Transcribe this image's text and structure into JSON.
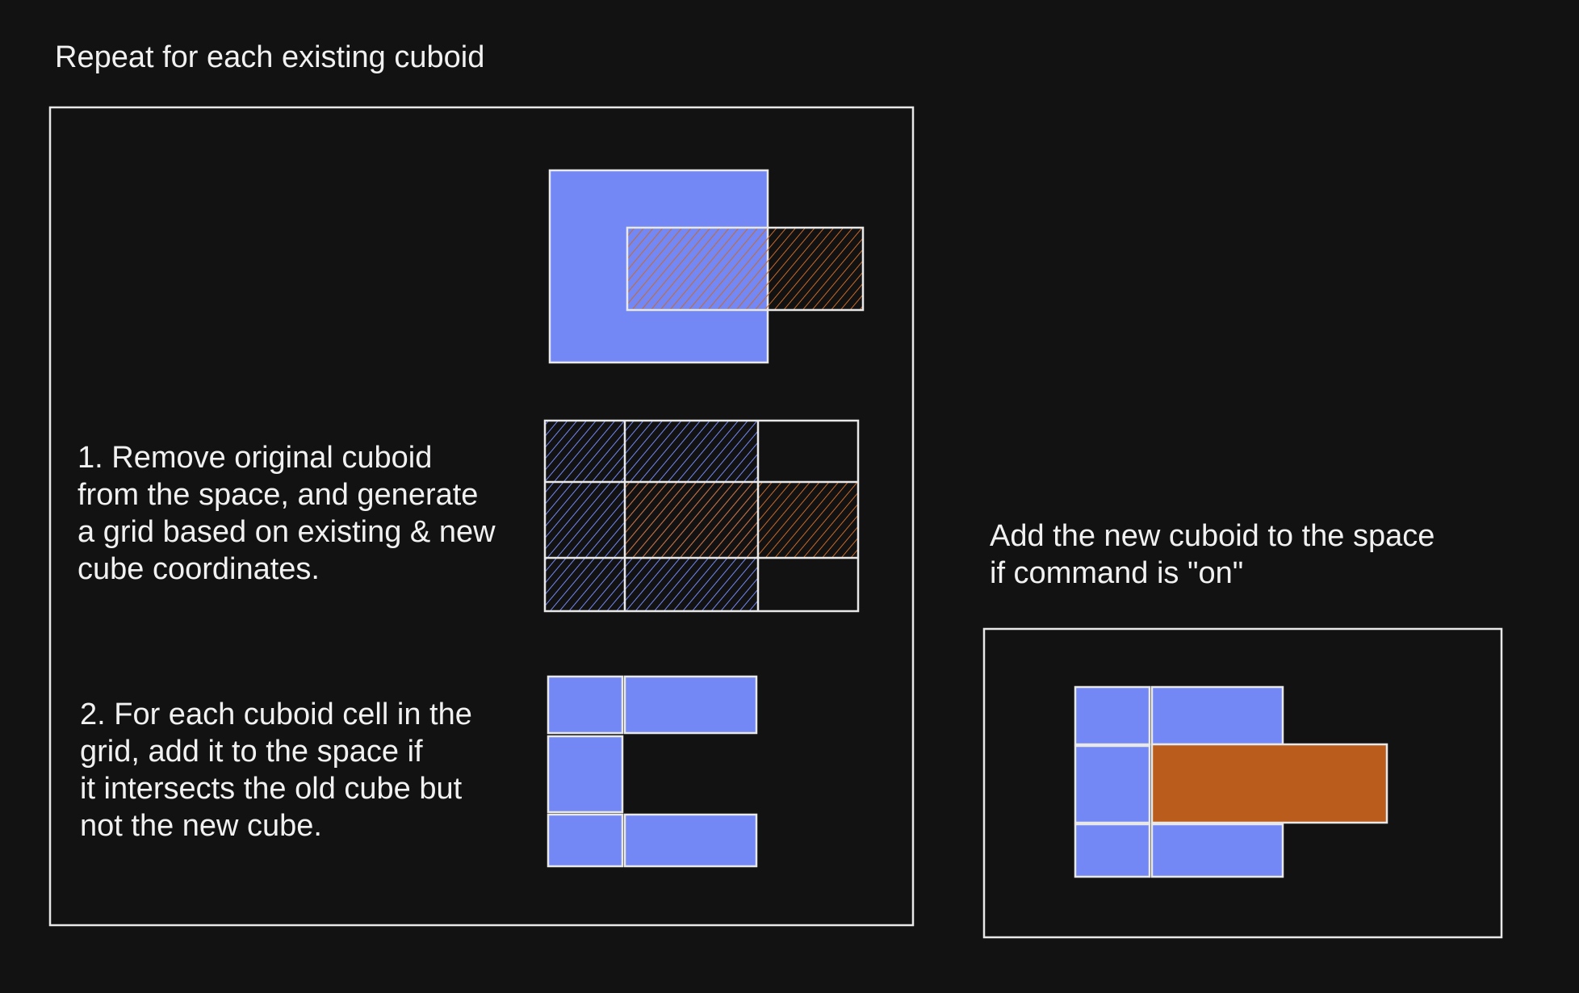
{
  "title": "Repeat for each existing cuboid",
  "step1": {
    "lines": [
      "1. Remove original cuboid",
      "from the space, and generate",
      "a grid based on existing & new",
      "cube coordinates."
    ]
  },
  "step2": {
    "lines": [
      "2. For each cuboid cell in the",
      "grid, add it to the space if",
      "it intersects the old cube but",
      "not the new cube."
    ]
  },
  "final": {
    "lines": [
      "Add the new cuboid to the space",
      "if command is \"on\""
    ]
  },
  "colors": {
    "background": "#121212",
    "existing_cuboid": "#7388f4",
    "new_cuboid": "#b95c1c",
    "outline": "#e8e8e8",
    "text": "#f1f1f1"
  }
}
